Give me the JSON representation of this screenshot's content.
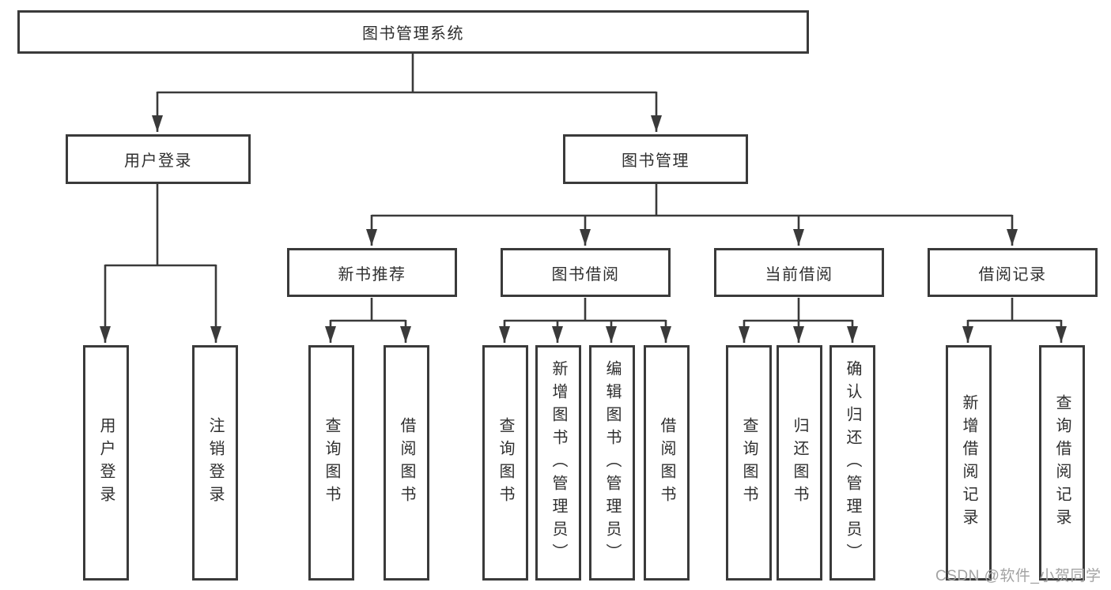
{
  "diagram_type": "hierarchy-tree",
  "colors": {
    "border": "#3a3a3a",
    "line": "#3a3a3a",
    "text": "#2f2f2f",
    "watermark": "#a3a3a3",
    "background": "#ffffff"
  },
  "tree": {
    "root": {
      "label": "图书管理系统"
    },
    "branches": [
      {
        "label": "用户登录",
        "children": [
          {
            "label": "用户登录"
          },
          {
            "label": "注销登录"
          }
        ]
      },
      {
        "label": "图书管理",
        "children": [
          {
            "label": "新书推荐",
            "children": [
              {
                "label": "查询图书"
              },
              {
                "label": "借阅图书"
              }
            ]
          },
          {
            "label": "图书借阅",
            "children": [
              {
                "label": "查询图书"
              },
              {
                "label": "新增图书（管理员）"
              },
              {
                "label": "编辑图书（管理员）"
              },
              {
                "label": "借阅图书"
              }
            ]
          },
          {
            "label": "当前借阅",
            "children": [
              {
                "label": "查询图书"
              },
              {
                "label": "归还图书"
              },
              {
                "label": "确认归还（管理员）"
              }
            ]
          },
          {
            "label": "借阅记录",
            "children": [
              {
                "label": "新增借阅记录"
              },
              {
                "label": "查询借阅记录"
              }
            ]
          }
        ]
      }
    ]
  },
  "watermark": {
    "text": "CSDN @软件_小贺同学"
  }
}
